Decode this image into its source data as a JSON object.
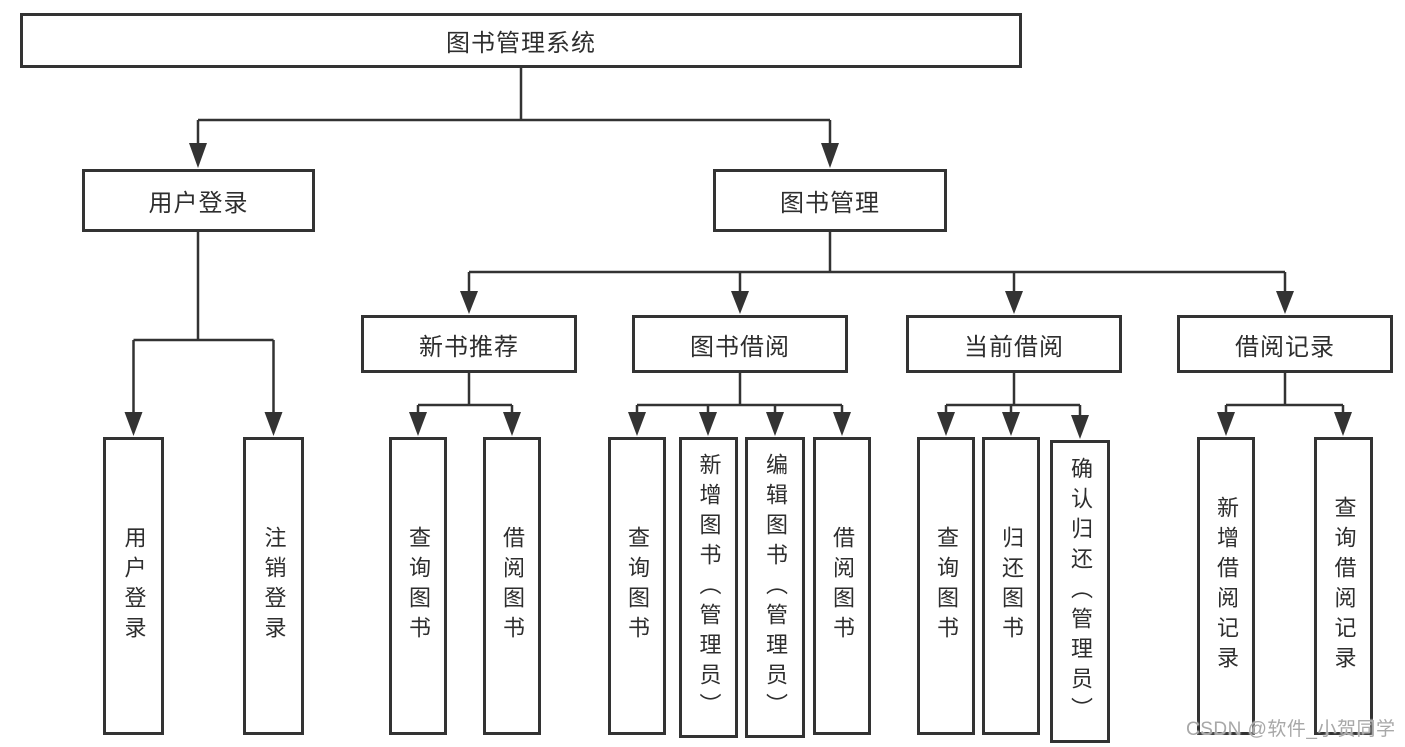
{
  "tree": {
    "label": "图书管理系统",
    "children": [
      {
        "label": "用户登录",
        "children": [
          {
            "label": "用户登录"
          },
          {
            "label": "注销登录"
          }
        ]
      },
      {
        "label": "图书管理",
        "children": [
          {
            "label": "新书推荐",
            "children": [
              {
                "label": "查询图书"
              },
              {
                "label": "借阅图书"
              }
            ]
          },
          {
            "label": "图书借阅",
            "children": [
              {
                "label": "查询图书"
              },
              {
                "label": "新增图书（管理员）"
              },
              {
                "label": "编辑图书（管理员）"
              },
              {
                "label": "借阅图书"
              }
            ]
          },
          {
            "label": "当前借阅",
            "children": [
              {
                "label": "查询图书"
              },
              {
                "label": "归还图书"
              },
              {
                "label": "确认归还（管理员）"
              }
            ]
          },
          {
            "label": "借阅记录",
            "children": [
              {
                "label": "新增借阅记录"
              },
              {
                "label": "查询借阅记录"
              }
            ]
          }
        ]
      }
    ]
  },
  "watermark": {
    "text": "CSDN @软件_小贺同学"
  },
  "colors": {
    "line": "#333333",
    "text": "#2e2e2e",
    "background": "#ffffff",
    "watermark": "#a8a8a8"
  }
}
